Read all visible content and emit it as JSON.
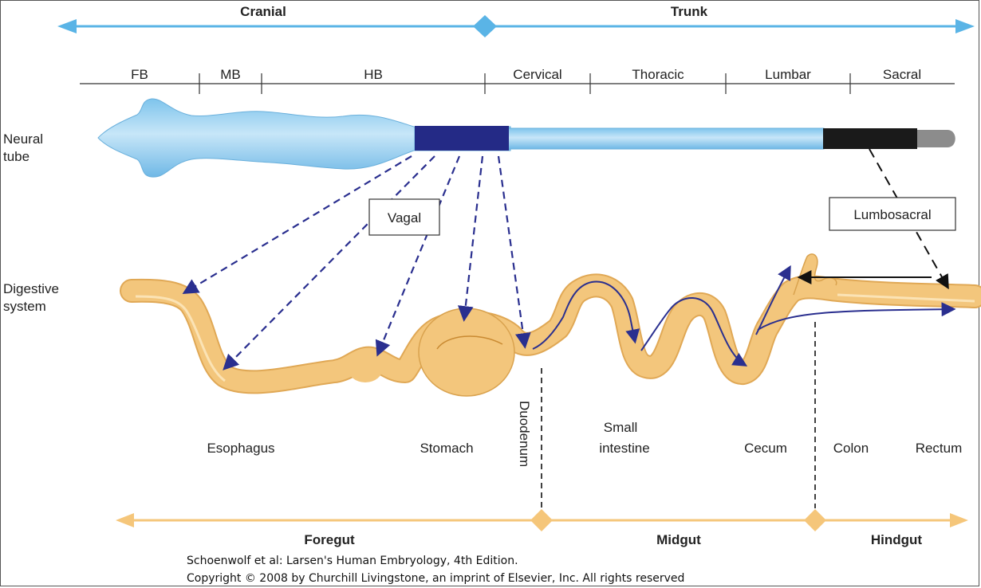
{
  "top_axis": {
    "left_label": "Cranial",
    "right_label": "Trunk",
    "color": "#5ab4e6"
  },
  "segments": [
    "FB",
    "MB",
    "HB",
    "Cervical",
    "Thoracic",
    "Lumbar",
    "Sacral"
  ],
  "left_labels": {
    "neural_tube_line1": "Neural",
    "neural_tube_line2": "tube",
    "digestive_line1": "Digestive",
    "digestive_line2": "system"
  },
  "boxes": {
    "vagal": "Vagal",
    "lumbosacral": "Lumbosacral"
  },
  "organs": {
    "esophagus": "Esophagus",
    "stomach": "Stomach",
    "duodenum": "Duodenum",
    "small_intestine_line1": "Small",
    "small_intestine_line2": "intestine",
    "cecum": "Cecum",
    "colon": "Colon",
    "rectum": "Rectum"
  },
  "bottom_axis": {
    "foregut": "Foregut",
    "midgut": "Midgut",
    "hindgut": "Hindgut",
    "color": "#f5c67a"
  },
  "credit": {
    "line1": "Schoenwolf et al: Larsen's Human Embryology, 4th Edition.",
    "line2": "Copyright © 2008 by Churchill Livingstone, an imprint of Elsevier, Inc. All rights reserved"
  },
  "colors": {
    "neural_tube": "#a9d6f3",
    "vagal_region": "#242a86",
    "sacral_region": "#1a1a1a",
    "tail": "#8c8c8c",
    "gut": "#f3c67c",
    "gut_edge": "#d9a24e",
    "arrow": "#2a2f8f"
  }
}
